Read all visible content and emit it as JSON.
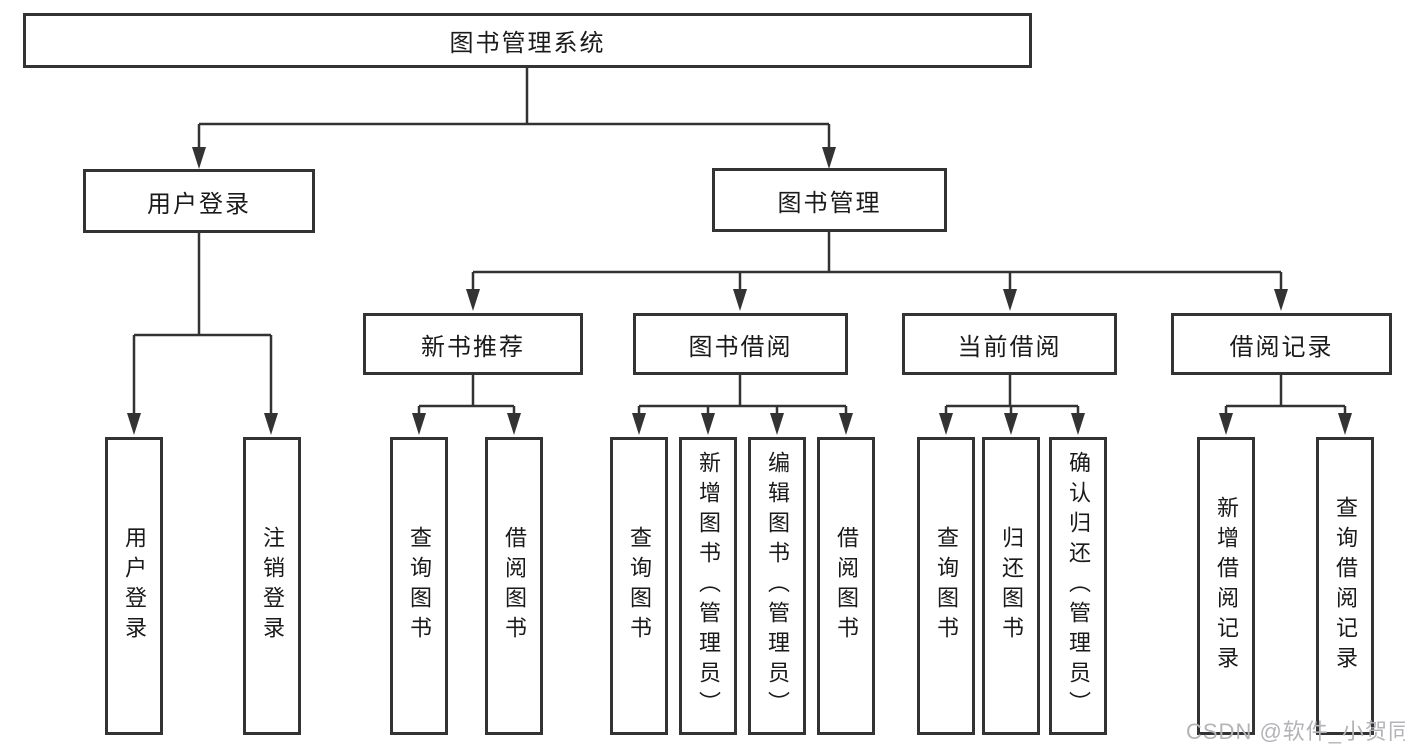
{
  "root": {
    "label": "图书管理系统"
  },
  "branches": [
    {
      "label": "用户登录",
      "children": [
        {
          "label": "用户登录"
        },
        {
          "label": "注销登录"
        }
      ]
    },
    {
      "label": "图书管理",
      "children": [
        {
          "label": "新书推荐",
          "children": [
            {
              "label": "查询图书"
            },
            {
              "label": "借阅图书"
            }
          ]
        },
        {
          "label": "图书借阅",
          "children": [
            {
              "label": "查询图书"
            },
            {
              "label": "新增图书（管理员）"
            },
            {
              "label": "编辑图书（管理员）"
            },
            {
              "label": "借阅图书"
            }
          ]
        },
        {
          "label": "当前借阅",
          "children": [
            {
              "label": "查询图书"
            },
            {
              "label": "归还图书"
            },
            {
              "label": "确认归还（管理员）"
            }
          ]
        },
        {
          "label": "借阅记录",
          "children": [
            {
              "label": "新增借阅记录"
            },
            {
              "label": "查询借阅记录"
            }
          ]
        }
      ]
    }
  ],
  "watermark": "CSDN @软件_小贺同学",
  "colors": {
    "line": "#333333",
    "text": "#1a1a1a",
    "box_background": "#ffffff",
    "watermark": "#b4b4b8"
  }
}
